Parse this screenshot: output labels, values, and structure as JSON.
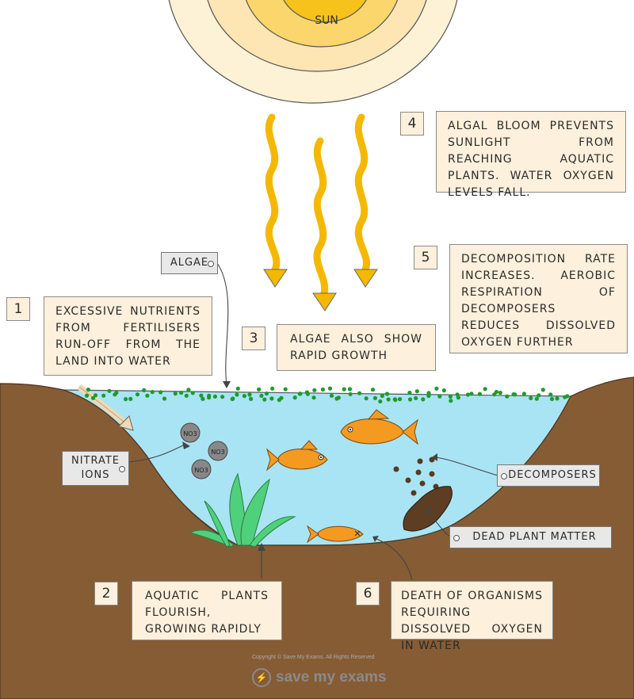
{
  "sun_label": "SUN",
  "boxes": {
    "b1": "EXCESSIVE NUTRIENTS FROM FERTILISERS RUN-OFF FROM THE LAND INTO WATER",
    "b2": "AQUATIC PLANTS FLOURISH, GROWING RAPIDLY",
    "b3": "ALGAE ALSO SHOW RAPID GROWTH",
    "b4": "ALGAL BLOOM PREVENTS SUNLIGHT FROM REACHING AQUATIC PLANTS. WATER OXYGEN LEVELS FALL.",
    "b5": "DECOMPOSITION RATE INCREASES. AEROBIC RESPIRATION OF DECOMPOSERS REDUCES DISSOLVED OXYGEN FURTHER",
    "b6": "DEATH OF ORGANISMS REQUIRING DISSOLVED OXYGEN IN WATER"
  },
  "numbers": {
    "n1": "1",
    "n2": "2",
    "n3": "3",
    "n4": "4",
    "n5": "5",
    "n6": "6"
  },
  "tags": {
    "algae": "ALGAE",
    "nitrate": "NITRATE IONS",
    "decomposers": "DECOMPOSERS",
    "dead_plant": "DEAD PLANT MATTER"
  },
  "ion_label": "NO3",
  "copyright": "Copyright © Save My Exams. All Rights Reserved",
  "logo": "save my exams",
  "colors": {
    "sun_outer": "#fdf1d6",
    "sun_core": "#f7c21b",
    "ray": "#f5b800",
    "water": "#a9e4f5",
    "soil": "#865c35",
    "fish": "#f59a21",
    "algae": "#1e9b2d",
    "plant": "#4fd07a",
    "box_bg": "#fdf0dc"
  }
}
